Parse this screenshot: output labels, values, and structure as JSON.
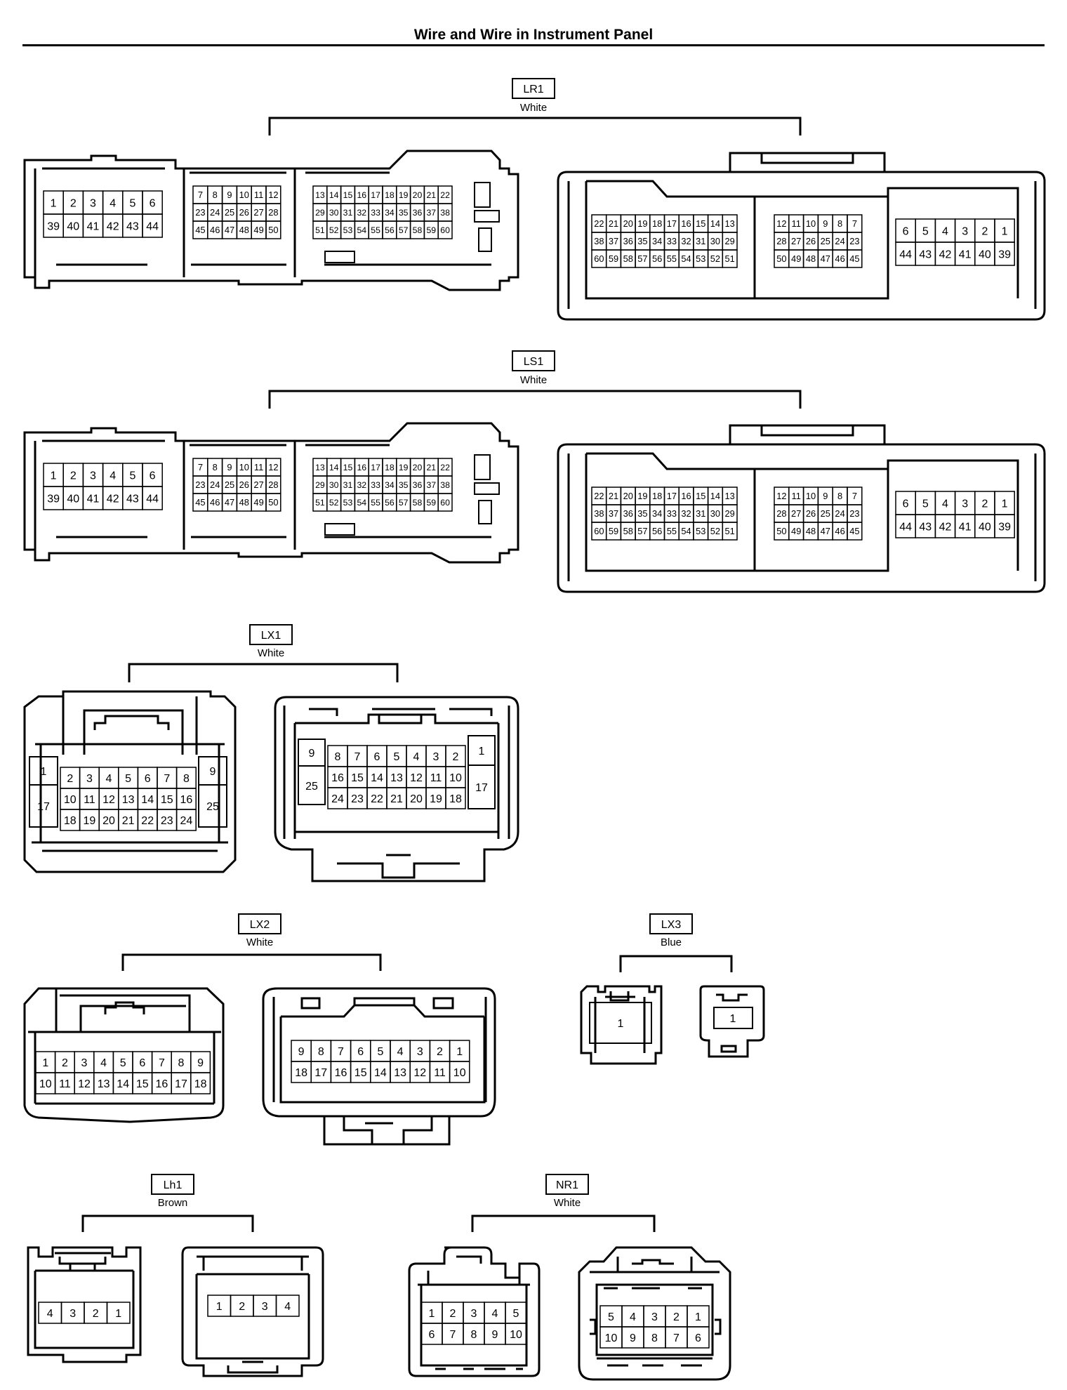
{
  "page": {
    "title": "Wire and Wire in Instrument Panel"
  },
  "connectors": [
    {
      "code": "LR1",
      "color": "White",
      "left": {
        "blocks": [
          {
            "rows": [
              [
                "1",
                "2",
                "3",
                "4",
                "5",
                "6"
              ],
              [
                "39",
                "40",
                "41",
                "42",
                "43",
                "44"
              ]
            ]
          },
          {
            "rows": [
              [
                "7",
                "8",
                "9",
                "10",
                "11",
                "12"
              ],
              [
                "23",
                "24",
                "25",
                "26",
                "27",
                "28"
              ],
              [
                "45",
                "46",
                "47",
                "48",
                "49",
                "50"
              ]
            ]
          },
          {
            "rows": [
              [
                "13",
                "14",
                "15",
                "16",
                "17",
                "18",
                "19",
                "20",
                "21",
                "22"
              ],
              [
                "29",
                "30",
                "31",
                "32",
                "33",
                "34",
                "35",
                "36",
                "37",
                "38"
              ],
              [
                "51",
                "52",
                "53",
                "54",
                "55",
                "56",
                "57",
                "58",
                "59",
                "60"
              ]
            ]
          }
        ]
      },
      "right": {
        "blocks": [
          {
            "rows": [
              [
                "22",
                "21",
                "20",
                "19",
                "18",
                "17",
                "16",
                "15",
                "14",
                "13"
              ],
              [
                "38",
                "37",
                "36",
                "35",
                "34",
                "33",
                "32",
                "31",
                "30",
                "29"
              ],
              [
                "60",
                "59",
                "58",
                "57",
                "56",
                "55",
                "54",
                "53",
                "52",
                "51"
              ]
            ]
          },
          {
            "rows": [
              [
                "12",
                "11",
                "10",
                "9",
                "8",
                "7"
              ],
              [
                "28",
                "27",
                "26",
                "25",
                "24",
                "23"
              ],
              [
                "50",
                "49",
                "48",
                "47",
                "46",
                "45"
              ]
            ]
          },
          {
            "rows": [
              [
                "6",
                "5",
                "4",
                "3",
                "2",
                "1"
              ],
              [
                "44",
                "43",
                "42",
                "41",
                "40",
                "39"
              ]
            ]
          }
        ]
      }
    },
    {
      "code": "LS1",
      "color": "White",
      "left": {
        "blocks": [
          {
            "rows": [
              [
                "1",
                "2",
                "3",
                "4",
                "5",
                "6"
              ],
              [
                "39",
                "40",
                "41",
                "42",
                "43",
                "44"
              ]
            ]
          },
          {
            "rows": [
              [
                "7",
                "8",
                "9",
                "10",
                "11",
                "12"
              ],
              [
                "23",
                "24",
                "25",
                "26",
                "27",
                "28"
              ],
              [
                "45",
                "46",
                "47",
                "48",
                "49",
                "50"
              ]
            ]
          },
          {
            "rows": [
              [
                "13",
                "14",
                "15",
                "16",
                "17",
                "18",
                "19",
                "20",
                "21",
                "22"
              ],
              [
                "29",
                "30",
                "31",
                "32",
                "33",
                "34",
                "35",
                "36",
                "37",
                "38"
              ],
              [
                "51",
                "52",
                "53",
                "54",
                "55",
                "56",
                "57",
                "58",
                "59",
                "60"
              ]
            ]
          }
        ]
      },
      "right": {
        "blocks": [
          {
            "rows": [
              [
                "22",
                "21",
                "20",
                "19",
                "18",
                "17",
                "16",
                "15",
                "14",
                "13"
              ],
              [
                "38",
                "37",
                "36",
                "35",
                "34",
                "33",
                "32",
                "31",
                "30",
                "29"
              ],
              [
                "60",
                "59",
                "58",
                "57",
                "56",
                "55",
                "54",
                "53",
                "52",
                "51"
              ]
            ]
          },
          {
            "rows": [
              [
                "12",
                "11",
                "10",
                "9",
                "8",
                "7"
              ],
              [
                "28",
                "27",
                "26",
                "25",
                "24",
                "23"
              ],
              [
                "50",
                "49",
                "48",
                "47",
                "46",
                "45"
              ]
            ]
          },
          {
            "rows": [
              [
                "6",
                "5",
                "4",
                "3",
                "2",
                "1"
              ],
              [
                "44",
                "43",
                "42",
                "41",
                "40",
                "39"
              ]
            ]
          }
        ]
      }
    },
    {
      "code": "LX1",
      "color": "White",
      "left": {
        "side_top": [
          "1",
          "9"
        ],
        "side_bottom": [
          "17",
          "25"
        ],
        "rows": [
          [
            "2",
            "3",
            "4",
            "5",
            "6",
            "7",
            "8"
          ],
          [
            "10",
            "11",
            "12",
            "13",
            "14",
            "15",
            "16"
          ],
          [
            "18",
            "19",
            "20",
            "21",
            "22",
            "23",
            "24"
          ]
        ]
      },
      "right": {
        "side_top": [
          "9",
          "1"
        ],
        "side_bottom": [
          "25",
          "17"
        ],
        "rows": [
          [
            "8",
            "7",
            "6",
            "5",
            "4",
            "3",
            "2"
          ],
          [
            "16",
            "15",
            "14",
            "13",
            "12",
            "11",
            "10"
          ],
          [
            "24",
            "23",
            "22",
            "21",
            "20",
            "19",
            "18"
          ]
        ]
      }
    },
    {
      "code": "LX2",
      "color": "White",
      "left": {
        "rows": [
          [
            "1",
            "2",
            "3",
            "4",
            "5",
            "6",
            "7",
            "8",
            "9"
          ],
          [
            "10",
            "11",
            "12",
            "13",
            "14",
            "15",
            "16",
            "17",
            "18"
          ]
        ]
      },
      "right": {
        "rows": [
          [
            "9",
            "8",
            "7",
            "6",
            "5",
            "4",
            "3",
            "2",
            "1"
          ],
          [
            "18",
            "17",
            "16",
            "15",
            "14",
            "13",
            "12",
            "11",
            "10"
          ]
        ]
      }
    },
    {
      "code": "LX3",
      "color": "Blue",
      "left": {
        "rows": [
          [
            "1"
          ]
        ]
      },
      "right": {
        "rows": [
          [
            "1"
          ]
        ]
      }
    },
    {
      "code": "Lh1",
      "color": "Brown",
      "left": {
        "rows": [
          [
            "4",
            "3",
            "2",
            "1"
          ]
        ]
      },
      "right": {
        "rows": [
          [
            "1",
            "2",
            "3",
            "4"
          ]
        ]
      }
    },
    {
      "code": "NR1",
      "color": "White",
      "left": {
        "rows": [
          [
            "1",
            "2",
            "3",
            "4",
            "5"
          ],
          [
            "6",
            "7",
            "8",
            "9",
            "10"
          ]
        ]
      },
      "right": {
        "rows": [
          [
            "5",
            "4",
            "3",
            "2",
            "1"
          ],
          [
            "10",
            "9",
            "8",
            "7",
            "6"
          ]
        ]
      }
    }
  ]
}
